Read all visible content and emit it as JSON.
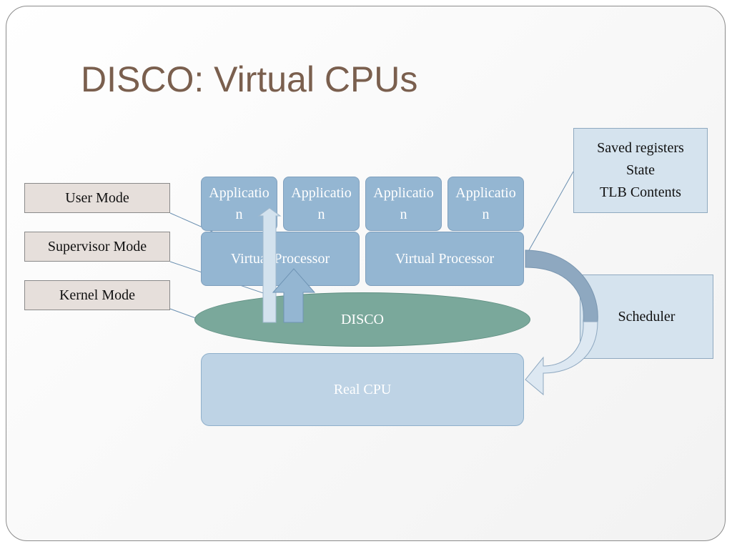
{
  "slide": {
    "title": "DISCO: Virtual CPUs"
  },
  "modes": {
    "user": "User Mode",
    "supervisor": "Supervisor Mode",
    "kernel": "Kernel Mode"
  },
  "applications": [
    "Application",
    "Application",
    "Application",
    "Application"
  ],
  "virtual_processors": [
    "Virtual Processor",
    "Virtual Processor"
  ],
  "disco_label": "DISCO",
  "real_cpu_label": "Real CPU",
  "saved_state": [
    "Saved registers",
    "State",
    "TLB Contents"
  ],
  "scheduler_label": "Scheduler",
  "colors": {
    "title": "#7a5f4e",
    "box_blue": "#94b6d2",
    "disco_green": "#7aa89b",
    "real_cpu": "#bed3e5",
    "label_bg": "#e6dfdb"
  }
}
